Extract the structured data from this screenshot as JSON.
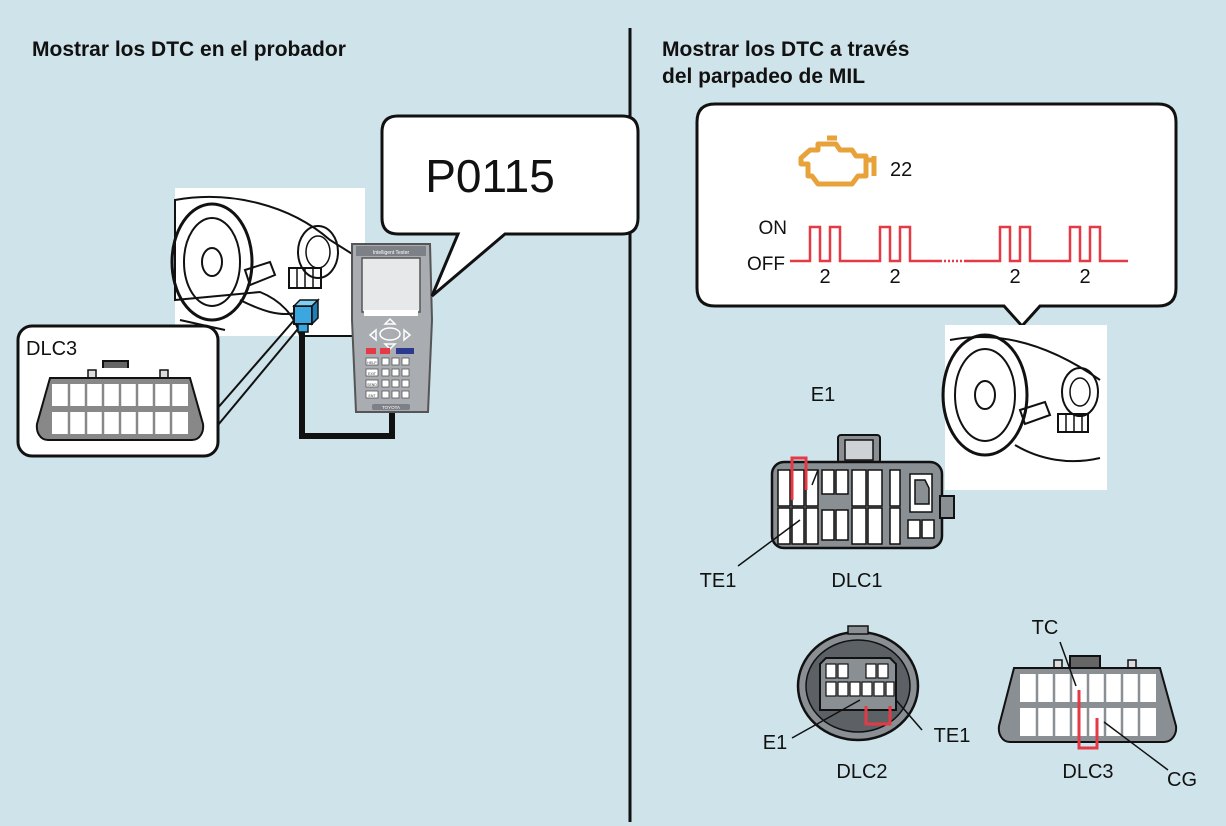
{
  "left_panel": {
    "title": "Mostrar los DTC en el probador",
    "code_display": "P0115",
    "dlc_label": "DLC3",
    "tester_header": "Intelligent Tester",
    "tester_brand": "TOYOTA",
    "tester_keys": [
      "HELP",
      "EXIT",
      "SEND",
      "ENT"
    ]
  },
  "right_panel": {
    "title_line1": "Mostrar los DTC a través",
    "title_line2": "del parpadeo de MIL",
    "mil_code": "22",
    "signal_on": "ON",
    "signal_off": "OFF",
    "pulse_counts": [
      "2",
      "2",
      "2",
      "2"
    ],
    "dlc1": {
      "name": "DLC1",
      "pin_e1": "E1",
      "pin_te1": "TE1"
    },
    "dlc2": {
      "name": "DLC2",
      "pin_e1": "E1",
      "pin_te1": "TE1"
    },
    "dlc3": {
      "name": "DLC3",
      "pin_tc": "TC",
      "pin_cg": "CG"
    }
  },
  "colors": {
    "background": "#cfe3ea",
    "mil_icon": "#e8a23a",
    "jumper_red": "#e63946",
    "connector_blue": "#3aa7e0",
    "connector_gray": "#8a8f94"
  }
}
